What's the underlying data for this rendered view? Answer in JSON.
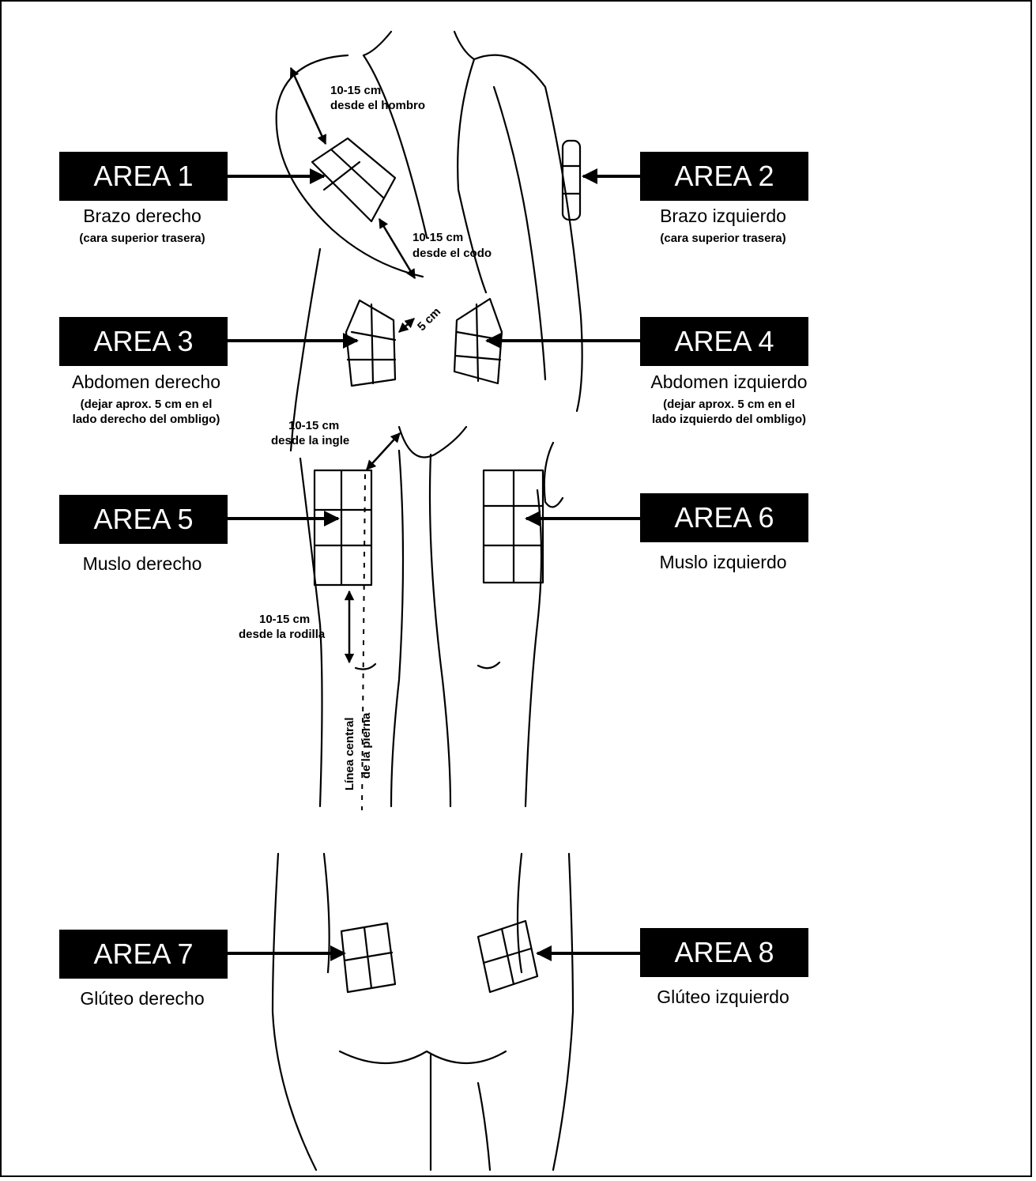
{
  "areas": [
    {
      "label": "AREA 1",
      "name": "Brazo derecho",
      "note": "(cara superior trasera)"
    },
    {
      "label": "AREA 2",
      "name": "Brazo izquierdo",
      "note": "(cara superior trasera)"
    },
    {
      "label": "AREA 3",
      "name": "Abdomen derecho",
      "note_lines": [
        "(dejar aprox. 5 cm en el",
        "lado derecho del ombligo)"
      ]
    },
    {
      "label": "AREA 4",
      "name": "Abdomen izquierdo",
      "note_lines": [
        "(dejar aprox. 5 cm en el",
        "lado izquierdo del ombligo)"
      ]
    },
    {
      "label": "AREA 5",
      "name": "Muslo derecho"
    },
    {
      "label": "AREA 6",
      "name": "Muslo izquierdo"
    },
    {
      "label": "AREA 7",
      "name": "Glúteo derecho"
    },
    {
      "label": "AREA 8",
      "name": "Glúteo izquierdo"
    }
  ],
  "measurements": {
    "shoulder": [
      "10-15 cm",
      "desde el hombro"
    ],
    "elbow": [
      "10-15 cm",
      "desde el codo"
    ],
    "navel": "5 cm",
    "groin": [
      "10-15 cm",
      "desde la ingle"
    ],
    "knee": [
      "10-15 cm",
      "desde la rodilla"
    ],
    "leg_line": [
      "Línea central",
      "de la pierna"
    ]
  }
}
